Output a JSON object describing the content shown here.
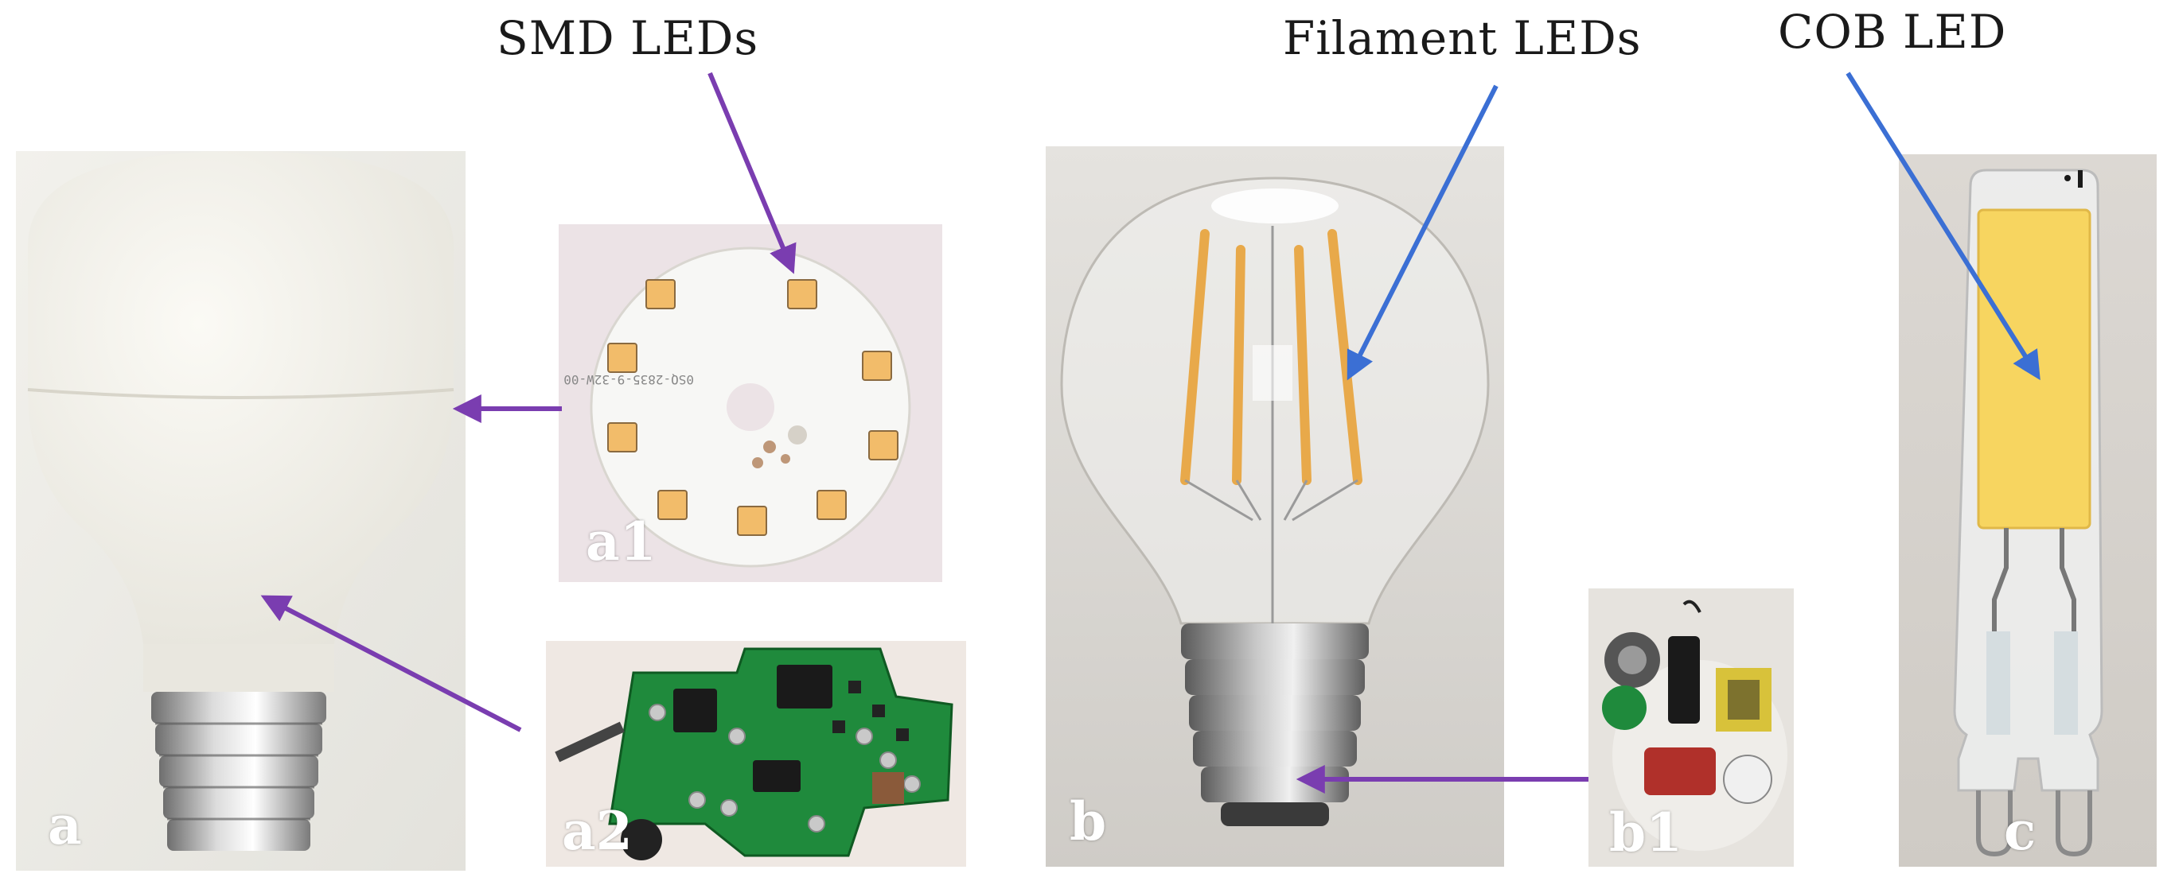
{
  "labels": {
    "smd": "SMD LEDs",
    "filament": "Filament LEDs",
    "cob": "COB LED"
  },
  "panels": {
    "a": "a",
    "a1": "a1",
    "a2": "a2",
    "b": "b",
    "b1": "b1",
    "c": "c"
  },
  "colors": {
    "purple_arrow": "#7a3db0",
    "blue_arrow": "#3b6fd4",
    "led_chip": "#f6c66a",
    "filament": "#e8a94a",
    "cob": "#f7d560",
    "pcb": "#1f8a3c"
  }
}
